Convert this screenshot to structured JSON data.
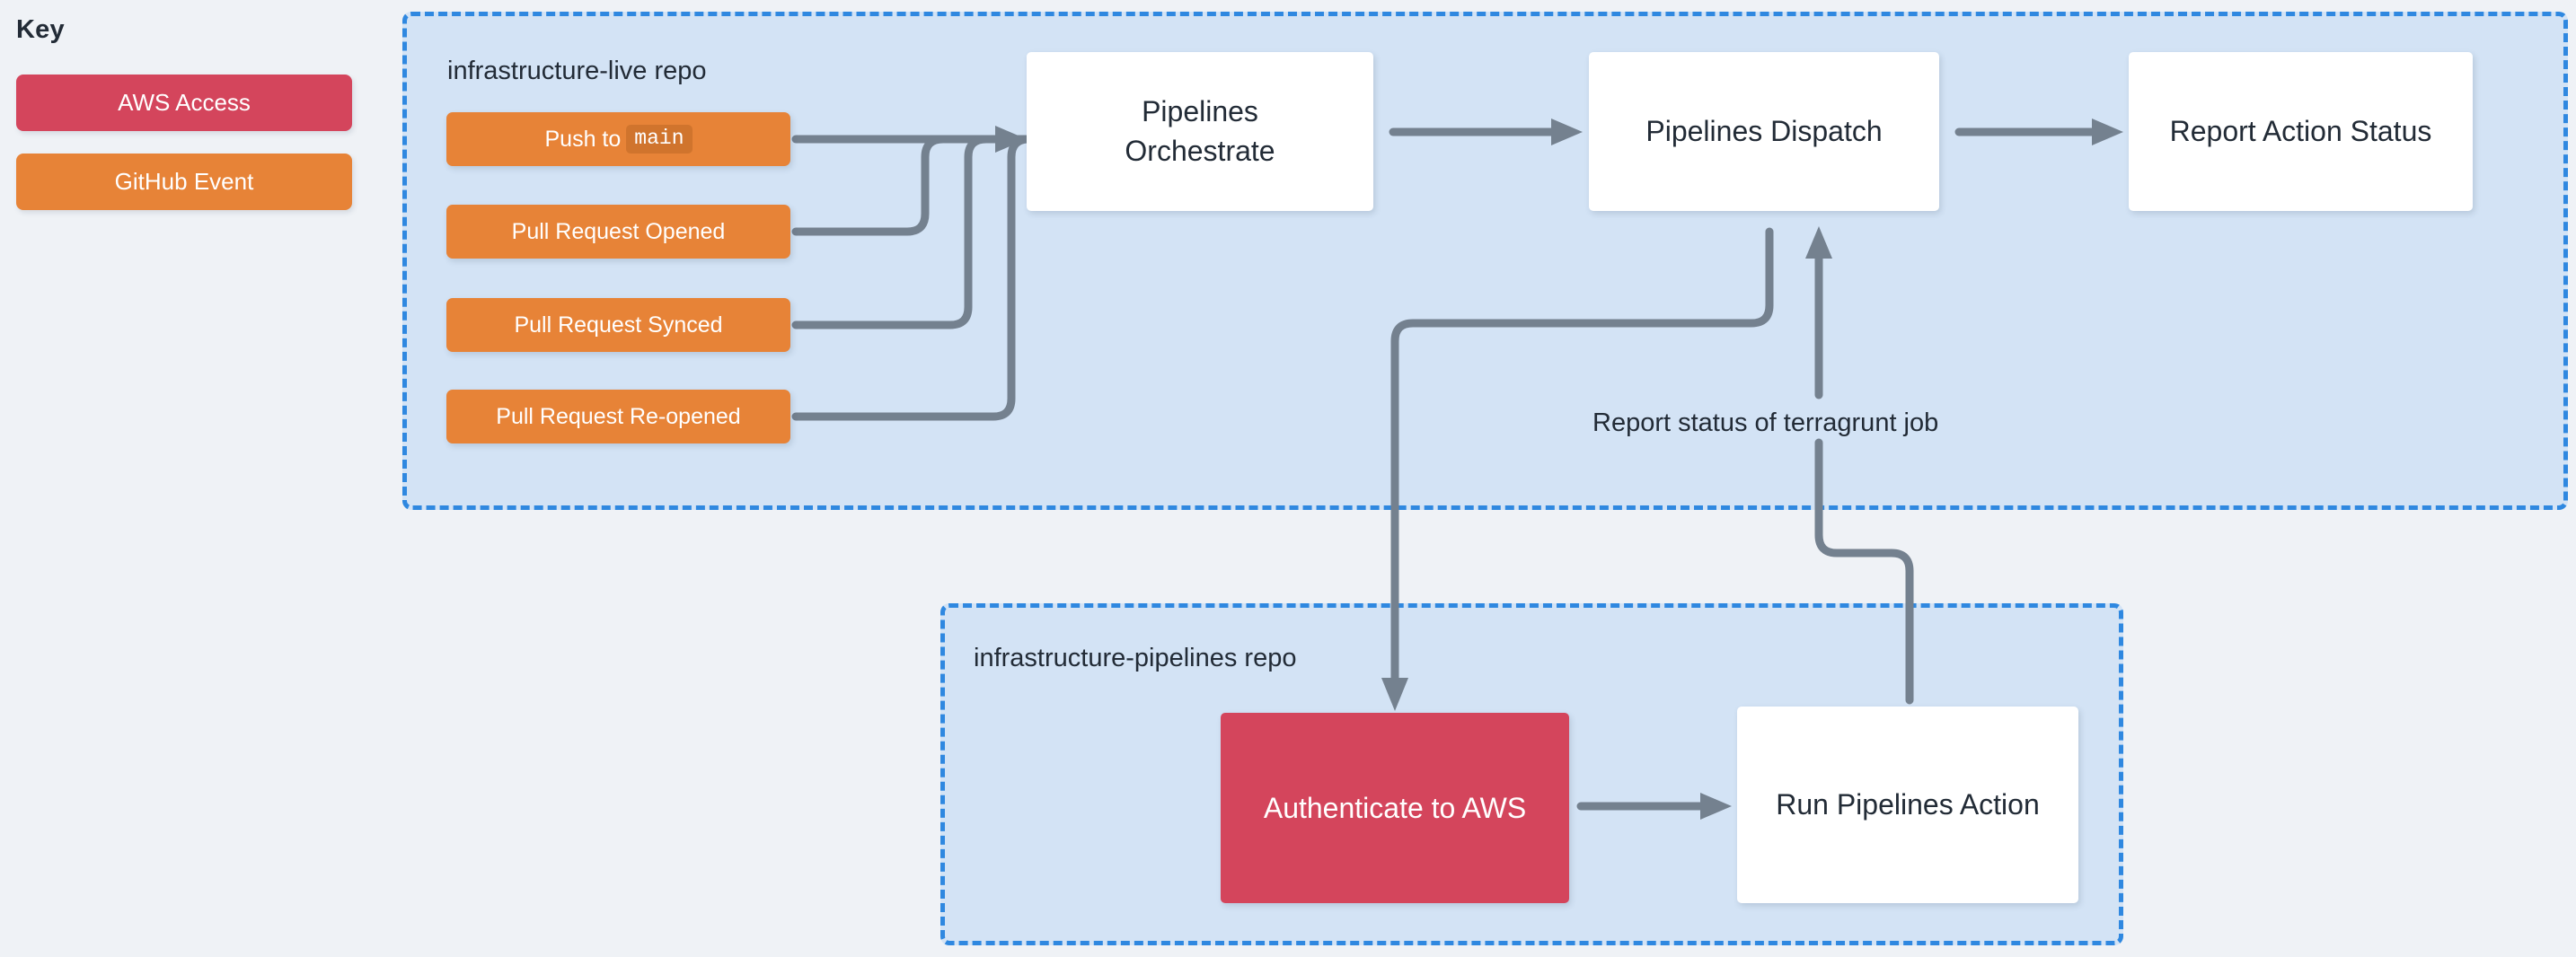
{
  "key": {
    "title": "Key",
    "items": [
      {
        "label": "AWS Access",
        "color": "#d4455c"
      },
      {
        "label": "GitHub Event",
        "color": "#e78337"
      }
    ]
  },
  "colors": {
    "page_background": "#eff2f6",
    "repo_fill": "#d3e3f5",
    "repo_border": "#2f88e0",
    "aws_access": "#d4455c",
    "github_event": "#e78337",
    "node_fill": "#ffffff",
    "text": "#222b36",
    "connector": "#74818f"
  },
  "repos": [
    {
      "id": "infrastructure-live",
      "label": "infrastructure-live repo"
    },
    {
      "id": "infrastructure-pipelines",
      "label": "infrastructure-pipelines repo"
    }
  ],
  "nodes": {
    "push_to_main": {
      "label": "Push to",
      "code": "main",
      "type": "github-event"
    },
    "pr_opened": {
      "label": "Pull Request Opened",
      "type": "github-event"
    },
    "pr_synced": {
      "label": "Pull Request Synced",
      "type": "github-event"
    },
    "pr_reopened": {
      "label": "Pull Request Re-opened",
      "type": "github-event"
    },
    "orchestrate": {
      "label": "Pipelines Orchestrate",
      "type": "action"
    },
    "dispatch": {
      "label": "Pipelines Dispatch",
      "type": "action"
    },
    "report_action": {
      "label": "Report Action Status",
      "type": "action"
    },
    "authenticate": {
      "label": "Authenticate to AWS",
      "type": "aws-access"
    },
    "run_action": {
      "label": "Run Pipelines Action",
      "type": "action"
    }
  },
  "edges": {
    "report_status": {
      "label": "Report status of terragrunt job"
    }
  }
}
